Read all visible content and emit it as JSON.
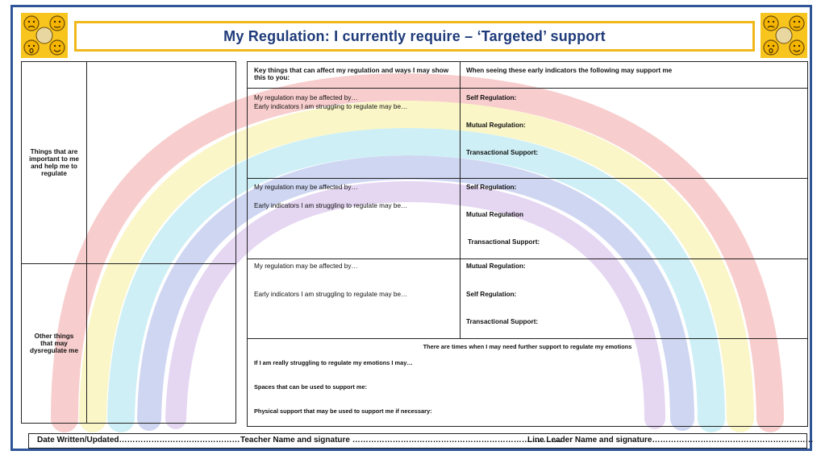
{
  "title": "My Regulation: I currently require – ‘Targeted’ support",
  "left_table": {
    "important_label": "Things that are important to me and help me to regulate",
    "dysregulate_label": "Other things that may dysregulate me"
  },
  "main_table": {
    "col1_header": "Key things that can affect my regulation and ways I may show this to you:",
    "col2_header": "When seeing these early indicators the following may support me",
    "rows": [
      {
        "affected": "My regulation may be affected by…",
        "indicators": "Early indicators I am struggling to regulate may be…",
        "supports": [
          "Self Regulation:",
          "Mutual Regulation:",
          "Transactional Support:"
        ]
      },
      {
        "affected": "My regulation may be affected by…",
        "indicators": "Early indicators I am struggling to regulate may be…",
        "supports": [
          "Self Regulation:",
          "Mutual Regulation",
          "Transactional Support:"
        ]
      },
      {
        "affected": "My regulation may be affected by…",
        "indicators": "Early indicators I am struggling to regulate may be…",
        "supports": [
          "Mutual Regulation:",
          "Self Regulation:",
          "Transactional Support:"
        ]
      }
    ],
    "further_support": {
      "heading": "There are times when I may need further support to regulate my emotions",
      "items": [
        "If I am really struggling to regulate my emotions I may…",
        "Spaces that can be used to support me:",
        "Physical support that may be used to support me if necessary:"
      ]
    }
  },
  "footer": {
    "date": "Date Written/Updated………………………………………",
    "teacher": "Teacher Name and signature ……………………………………………………………………",
    "leader": "Line Leader Name and signature……………………………………………………"
  },
  "icons": [
    "emotions-faces-icon"
  ],
  "colors": {
    "frame": "#2f5597",
    "title_border": "#f0b81a",
    "title_text": "#1f3b7a",
    "emoji_bg": "#f7c51e"
  }
}
